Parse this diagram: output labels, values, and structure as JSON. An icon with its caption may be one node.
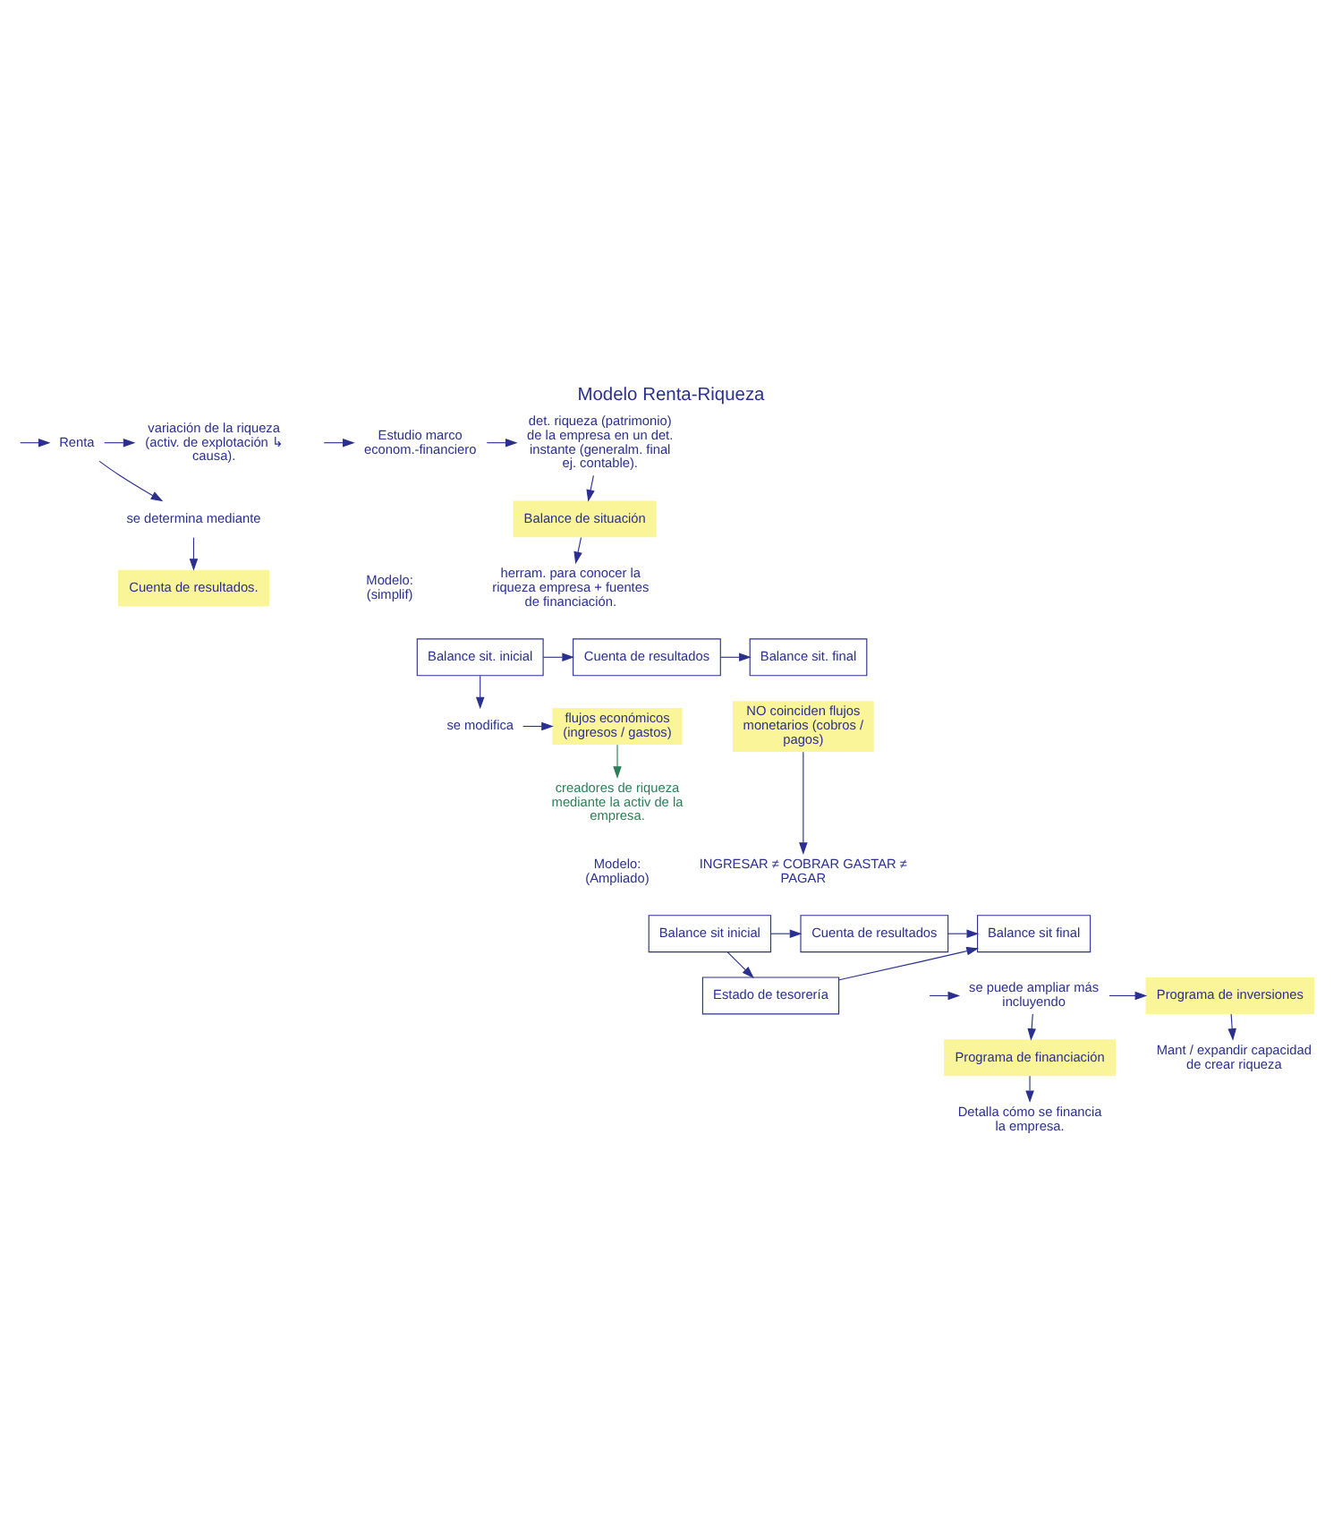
{
  "diagram": {
    "title": "Modelo Renta-Riqueza",
    "nodes": [
      {
        "text": [
          "Estudio marco econom.-financiero"
        ]
      },
      {
        "text": [
          "det. riqueza (patrimonio) de la empresa en un det. instante (generalm. final ej. contable)."
        ]
      },
      {
        "text": [
          "Balance de situación"
        ]
      },
      {
        "text": [
          "herram. para conocer la riqueza empresa + fuentes de financiación."
        ]
      },
      {
        "text": [
          "Renta"
        ]
      },
      {
        "text": [
          "variación de la riqueza (activ. de explotación ↳ causa)."
        ]
      },
      {
        "text": [
          "se determina mediante"
        ]
      },
      {
        "text": [
          "Cuenta de resultados."
        ]
      },
      {
        "text": [
          "Balance sit. inicial"
        ]
      },
      {
        "text": [
          "Cuenta de resultados"
        ]
      },
      {
        "text": [
          "Balance sit. final"
        ]
      },
      {
        "text": [
          "se modifica"
        ]
      },
      {
        "text": [
          "flujos económicos (ingresos / gastos)"
        ]
      },
      {
        "text": [
          "creadores de riqueza mediante la activ de la empresa."
        ]
      },
      {
        "text": [
          "NO coinciden flujos monetarios (cobros / pagos)"
        ]
      },
      {
        "text": [
          "INGRESAR ≠ COBRAR GASTAR ≠ PAGAR"
        ]
      },
      {
        "text": [
          "Balance sit inicial"
        ]
      },
      {
        "text": [
          "Cuenta de resultados"
        ]
      },
      {
        "text": [
          "Estado de tesorería"
        ]
      },
      {
        "text": [
          "Balance sit final"
        ]
      },
      {
        "text": [
          "se puede ampliar más incluyendo"
        ]
      },
      {
        "text": [
          "Programa de financiación"
        ]
      },
      {
        "text": [
          "Programa de inversiones"
        ]
      },
      {
        "text": [
          "Detalla cómo se financia la empresa."
        ]
      },
      {
        "text": [
          "Mant / expandir capacidad de crear riqueza"
        ]
      }
    ],
    "edges": [
      {
        "from": null,
        "to": 0,
        "arrow": "to"
      },
      {
        "from": 0,
        "to": 1,
        "arrow": "to"
      },
      {
        "from": 1,
        "to": 2,
        "arrow": "to"
      },
      {
        "from": 2,
        "to": 3,
        "arrow": "to"
      },
      {
        "from": null,
        "to": 4,
        "arrow": "to"
      },
      {
        "from": 4,
        "to": 5,
        "arrow": "to"
      },
      {
        "from": 4,
        "to": 6,
        "arrow": "to"
      },
      {
        "from": 6,
        "to": 7,
        "arrow": "to"
      },
      {
        "from": 8,
        "to": 9,
        "arrow": "to"
      },
      {
        "from": 9,
        "to": 10,
        "arrow": "to"
      },
      {
        "from": 8,
        "to": 11,
        "arrow": "to"
      },
      {
        "from": 11,
        "to": 12,
        "arrow": "to"
      },
      {
        "from": 12,
        "to": 13,
        "arrow": "to",
        "color": "#2e7d5b"
      },
      {
        "from": 14,
        "to": 15,
        "arrow": "to"
      },
      {
        "from": 16,
        "to": 17,
        "arrow": "to"
      },
      {
        "from": 16,
        "to": 18,
        "arrow": "to"
      },
      {
        "from": 17,
        "to": 19,
        "arrow": "to"
      },
      {
        "from": 18,
        "to": 19,
        "arrow": "to"
      },
      {
        "from": null,
        "to": 20,
        "arrow": "to"
      },
      {
        "from": 20,
        "to": 21,
        "arrow": "to"
      },
      {
        "from": 20,
        "to": 22,
        "arrow": "to"
      },
      {
        "from": 21,
        "to": 23,
        "arrow": "to"
      },
      {
        "from": 22,
        "to": 24,
        "arrow": "to"
      }
    ],
    "labels": [
      "Modelo:",
      "(simplif)",
      "Modelo:",
      "(Ampliado)"
    ]
  }
}
